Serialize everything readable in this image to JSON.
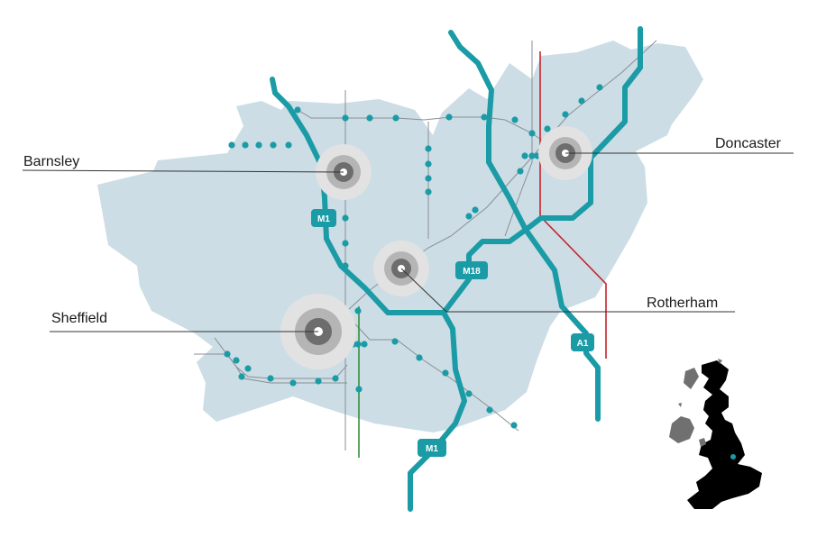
{
  "colors": {
    "region_fill": "#ccdde5",
    "road": "#1a9ba5",
    "rail": "#8a8f94",
    "rail_red": "#c8232b",
    "rail_green": "#3a8f3a",
    "station": "#1a9ba5",
    "hub_outer": "#e2e2e2",
    "hub_mid": "#b5b5b5",
    "hub_inner": "#6d6d6d",
    "leader_line": "#333333",
    "inset_map": "#000000"
  },
  "cities": [
    {
      "id": "barnsley",
      "label": "Barnsley"
    },
    {
      "id": "doncaster",
      "label": "Doncaster"
    },
    {
      "id": "rotherham",
      "label": "Rotherham"
    },
    {
      "id": "sheffield",
      "label": "Sheffield"
    }
  ],
  "roads": [
    {
      "id": "m1-north",
      "label": "M1"
    },
    {
      "id": "m18",
      "label": "M18"
    },
    {
      "id": "a1",
      "label": "A1"
    },
    {
      "id": "m1-south",
      "label": "M1"
    }
  ],
  "inset": {
    "name": "uk-locator-map"
  }
}
